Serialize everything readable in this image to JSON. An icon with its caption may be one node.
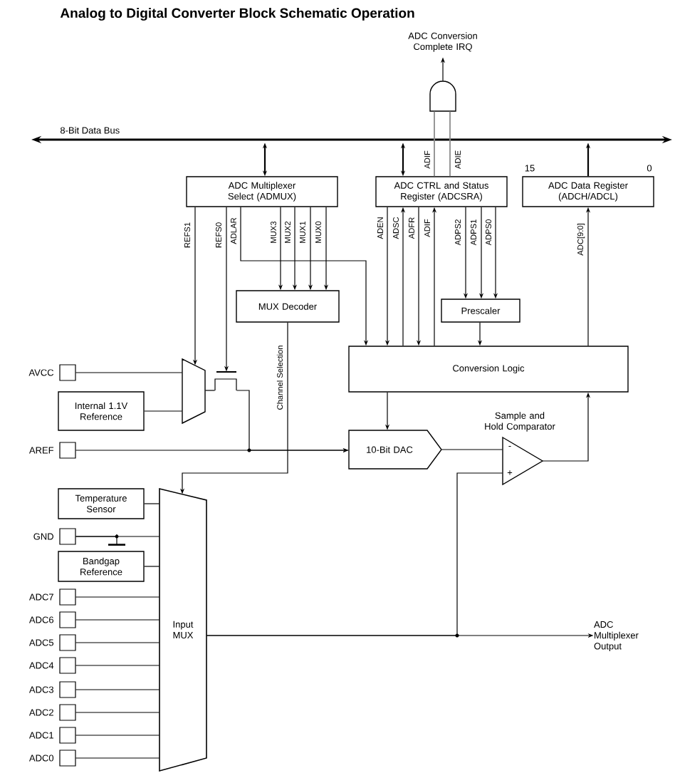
{
  "diagram": {
    "title": "Analog to Digital Converter Block Schematic Operation",
    "nodes": [
      {
        "text": [
          "ADC Multiplexer Select (ADMUX)"
        ]
      },
      {
        "text": [
          "ADC CTRL and Status Register (ADCSRA)"
        ]
      },
      {
        "text": [
          "ADC Data Register (ADCH/ADCL)"
        ],
        "beside": [
          "15",
          "0"
        ]
      },
      {
        "text": [
          "MUX Decoder"
        ]
      },
      {
        "text": [
          "Prescaler"
        ]
      },
      {
        "text": [
          "Conversion Logic"
        ]
      },
      {
        "text": [
          "Internal 1.1V Reference"
        ]
      },
      {
        "text": [
          "Temperature Sensor"
        ]
      },
      {
        "text": [
          "Bandgap Reference"
        ]
      },
      {
        "text": [
          "Input MUX"
        ]
      },
      {
        "text": [
          "10-Bit DAC"
        ]
      },
      {
        "text": [
          "-",
          "+"
        ],
        "beside": [
          "Sample and Hold Comparator"
        ]
      },
      {
        "text": [],
        "shape": "gate"
      },
      {
        "text": [],
        "shape": "trapezoid"
      },
      {
        "text": [],
        "shape": "switch"
      },
      {
        "text": [
          "8-Bit Data Bus"
        ]
      },
      {
        "text": [],
        "shape": "box",
        "beside": [
          "AVCC"
        ]
      },
      {
        "text": [],
        "shape": "box",
        "beside": [
          "AREF"
        ]
      },
      {
        "text": [],
        "shape": "box",
        "beside": [
          "GND"
        ]
      },
      {
        "text": [],
        "shape": "box",
        "beside": [
          "ADC7"
        ]
      },
      {
        "text": [],
        "shape": "box",
        "beside": [
          "ADC6"
        ]
      },
      {
        "text": [],
        "shape": "box",
        "beside": [
          "ADC5"
        ]
      },
      {
        "text": [],
        "shape": "box",
        "beside": [
          "ADC4"
        ]
      },
      {
        "text": [],
        "shape": "box",
        "beside": [
          "ADC3"
        ]
      },
      {
        "text": [],
        "shape": "box",
        "beside": [
          "ADC2"
        ]
      },
      {
        "text": [],
        "shape": "box",
        "beside": [
          "ADC1"
        ]
      },
      {
        "text": [],
        "shape": "box",
        "beside": [
          "ADC0"
        ]
      },
      {
        "text": [
          "ADC Conversion Complete IRQ"
        ]
      },
      {
        "text": [
          "ADC Multiplexer Output"
        ]
      },
      {
        "text": [],
        "shape": "ground"
      }
    ],
    "edges": [
      {
        "from": 15,
        "to": 0,
        "arrow": "both"
      },
      {
        "from": 15,
        "to": 1,
        "arrow": "both"
      },
      {
        "from": 2,
        "to": 15,
        "arrow": "to"
      },
      {
        "from": 1,
        "to": 12,
        "arrow": "none",
        "label": "ADIF",
        "color": "#8c8c8c"
      },
      {
        "from": 1,
        "to": 12,
        "arrow": "none",
        "label": "ADIE",
        "color": "#8c8c8c"
      },
      {
        "from": 12,
        "to": 27,
        "arrow": "to"
      },
      {
        "from": 0,
        "to": 13,
        "arrow": "to",
        "label": "REFS1"
      },
      {
        "from": 0,
        "to": 14,
        "arrow": "to",
        "label": "REFS0"
      },
      {
        "from": 0,
        "to": 5,
        "arrow": "to",
        "label": "ADLAR"
      },
      {
        "from": 0,
        "to": 3,
        "arrow": "to",
        "label": "MUX3"
      },
      {
        "from": 0,
        "to": 3,
        "arrow": "to",
        "label": "MUX2"
      },
      {
        "from": 0,
        "to": 3,
        "arrow": "to",
        "label": "MUX1"
      },
      {
        "from": 0,
        "to": 3,
        "arrow": "to",
        "label": "MUX0"
      },
      {
        "from": 1,
        "to": 5,
        "arrow": "to",
        "label": "ADEN"
      },
      {
        "from": 5,
        "to": 1,
        "arrow": "to",
        "label": "ADSC"
      },
      {
        "from": 1,
        "to": 5,
        "arrow": "to",
        "label": "ADFR"
      },
      {
        "from": 5,
        "to": 1,
        "arrow": "to",
        "label": "ADIF"
      },
      {
        "from": 1,
        "to": 4,
        "arrow": "to",
        "label": "ADPS2"
      },
      {
        "from": 1,
        "to": 4,
        "arrow": "to",
        "label": "ADPS1"
      },
      {
        "from": 1,
        "to": 4,
        "arrow": "to",
        "label": "ADPS0"
      },
      {
        "from": 4,
        "to": 5,
        "arrow": "to"
      },
      {
        "from": 5,
        "to": 2,
        "arrow": "to",
        "label": "ADC[9:0]"
      },
      {
        "from": 5,
        "to": 10,
        "arrow": "to"
      },
      {
        "from": 11,
        "to": 5,
        "arrow": "to"
      },
      {
        "from": 10,
        "to": 11,
        "arrow": "none"
      },
      {
        "from": 3,
        "to": 9,
        "arrow": "to",
        "label": "Channel Selection"
      },
      {
        "from": 16,
        "to": 13,
        "arrow": "none"
      },
      {
        "from": 6,
        "to": 13,
        "arrow": "none"
      },
      {
        "from": 13,
        "to": 14,
        "arrow": "none"
      },
      {
        "from": 14,
        "to": 10,
        "arrow": "to"
      },
      {
        "from": 17,
        "to": 10,
        "arrow": "to"
      },
      {
        "from": 7,
        "to": 9,
        "arrow": "none"
      },
      {
        "from": 18,
        "to": 9,
        "arrow": "none"
      },
      {
        "from": 8,
        "to": 9,
        "arrow": "none"
      },
      {
        "from": 19,
        "to": 9,
        "arrow": "none"
      },
      {
        "from": 20,
        "to": 9,
        "arrow": "none"
      },
      {
        "from": 21,
        "to": 9,
        "arrow": "none"
      },
      {
        "from": 22,
        "to": 9,
        "arrow": "none"
      },
      {
        "from": 23,
        "to": 9,
        "arrow": "none"
      },
      {
        "from": 24,
        "to": 9,
        "arrow": "none"
      },
      {
        "from": 25,
        "to": 9,
        "arrow": "none"
      },
      {
        "from": 26,
        "to": 9,
        "arrow": "none"
      },
      {
        "from": 9,
        "to": 28,
        "arrow": "to"
      },
      {
        "from": 9,
        "to": 11,
        "arrow": "none"
      },
      {
        "from": 18,
        "to": 29,
        "arrow": "none"
      }
    ]
  }
}
